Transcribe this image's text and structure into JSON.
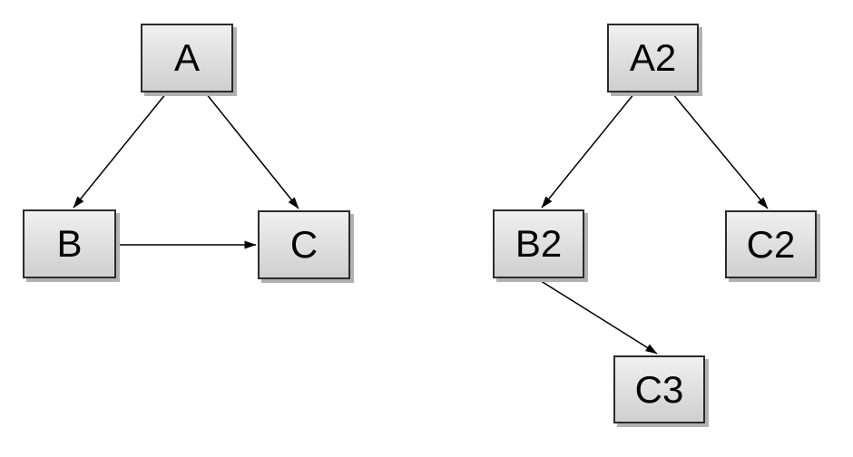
{
  "style": {
    "node_fill_top": "#f0f0f0",
    "node_fill_bottom": "#cfcfcf",
    "node_border": "#2b2b2b",
    "edge_color": "#000000",
    "shadow_color": "#b2b2b2",
    "text_color": "#000000",
    "canvas_bg": "#ffffff"
  },
  "diagrams": [
    {
      "name": "left-graph",
      "nodes": [
        {
          "id": "A",
          "label": "A"
        },
        {
          "id": "B",
          "label": "B"
        },
        {
          "id": "C",
          "label": "C"
        }
      ],
      "edges": [
        {
          "from": "A",
          "to": "B"
        },
        {
          "from": "A",
          "to": "C"
        },
        {
          "from": "B",
          "to": "C"
        }
      ]
    },
    {
      "name": "right-graph",
      "nodes": [
        {
          "id": "A2",
          "label": "A2"
        },
        {
          "id": "B2",
          "label": "B2"
        },
        {
          "id": "C2",
          "label": "C2"
        },
        {
          "id": "C3",
          "label": "C3"
        }
      ],
      "edges": [
        {
          "from": "A2",
          "to": "B2"
        },
        {
          "from": "A2",
          "to": "C2"
        },
        {
          "from": "B2",
          "to": "C3"
        }
      ]
    }
  ]
}
